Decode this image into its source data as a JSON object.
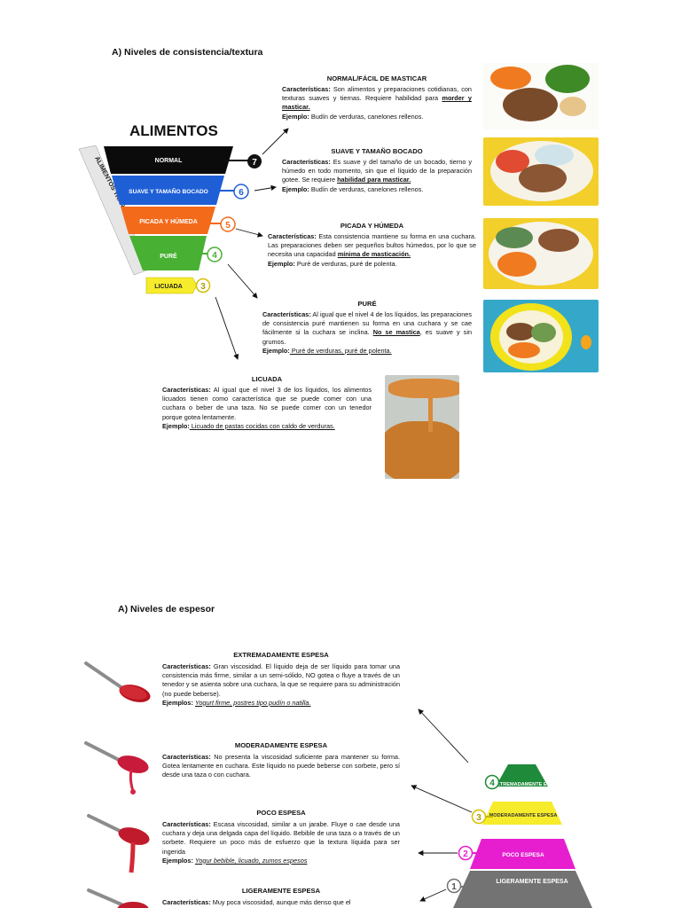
{
  "section_a": {
    "title": "A)   Niveles de consistencia/textura",
    "pyramid_title": "ALIMENTOS",
    "side_label": "ALIMENTOS TRANSITIVOS",
    "tiers": [
      "NORMAL",
      "SUAVE Y TAMAÑO BOCADO",
      "PICADA Y HÚMEDA",
      "PURÉ",
      "LICUADA"
    ],
    "numbers": [
      "7",
      "6",
      "5",
      "4",
      "3"
    ],
    "blocks": [
      {
        "title": "NORMAL/FÁCIL DE MASTICAR",
        "char_label": "Características:",
        "char_text": " Son alimentos y preparaciones cotidianas, con texturas suaves y tiernas. Requiere habilidad para ",
        "char_under": "morder y masticar.",
        "ex_label": "Ejemplo:",
        "ex_text": " Budín de verduras, canelones rellenos."
      },
      {
        "title": "SUAVE Y TAMAÑO BOCADO",
        "char_label": "Características:",
        "char_text": " Es suave y del tamaño de un bocado, tierno y húmedo en todo momento, sin que el líquido de la preparación gotee. Se requiere ",
        "char_under": "habilidad para masticar.",
        "ex_label": "Ejemplo:",
        "ex_text": " Budín de verduras, canelones rellenos."
      },
      {
        "title": "PICADA Y HÚMEDA",
        "char_label": "Características:",
        "char_text": " Esta consistencia mantiene su forma en una cuchara. Las preparaciones deben ser pequeños bultos húmedos, por lo que se necesita una capacidad ",
        "char_under": "mínima de masticación.",
        "ex_label": "Ejemplo:",
        "ex_text": " Puré de verduras, puré de polenta."
      },
      {
        "title": "PURÉ",
        "char_label": "Características:",
        "char_text": " Al igual que el nivel 4 de los líquidos, las preparaciones de consistencia puré mantienen su forma en una cuchara y se cae fácilmente si la cuchara se inclina. ",
        "char_under": "No se mastica",
        "char_after": ", es suave y sin grumos.",
        "ex_label": "Ejemplo:",
        "ex_text": " Puré de verduras, puré de polenta."
      },
      {
        "title": "LICUADA",
        "char_label": "Características:",
        "char_text": " Al igual que el nivel 3 de los líquidos, los alimentos licuados tienen como característica que se puede comer con una cuchara o beber de una taza. No se puede comer con un tenedor porque gotea lentamente.",
        "ex_label": "Ejemplo:",
        "ex_text": " Licuado de pastas cocidas con caldo de verduras."
      }
    ]
  },
  "section_b": {
    "title": "A)   Niveles de espesor",
    "tiers": [
      "EXTREMADAMENTE ESPESA",
      "MODERADAMENTE ESPESA",
      "POCO ESPESA",
      "LIGERAMENTE ESPESA"
    ],
    "numbers": [
      "4",
      "3",
      "2",
      "1"
    ],
    "blocks": [
      {
        "title": "EXTREMADAMENTE ESPESA",
        "char_label": "Características:",
        "char_text": " Gran viscosidad. El líquido deja de ser líquido para tomar una consistencia más firme, similar a un semi-sólido, NO gotea o fluye a través de un tenedor y se asienta sobre una cuchara, la que se requiere para su administración (no puede beberse).",
        "ex_label": "Ejemplos:",
        "ex_text": "Yogurt firme, postres tipo pudín o natilla."
      },
      {
        "title": "MODERADAMENTE ESPESA",
        "char_label": "Características:",
        "char_text": " No presenta la viscosidad suficiente para mantener su forma. Gotea lentamente en cuchara. Este líquido no puede beberse con sorbete, pero sí desde una taza o con cuchara."
      },
      {
        "title": "POCO ESPESA",
        "char_label": "Características:",
        "char_text": " Escasa viscosidad, similar a un jarabe. Fluye o cae desde una cuchara y deja una delgada capa del líquido. Bebible de una taza o a través de un sorbete. Requiere un poco más de esfuerzo que la textura líquida para ser ingerida",
        "ex_label": "Ejemplos:",
        "ex_text": "Yogur bebible, licuado, zumos espesos"
      },
      {
        "title": "LIGERAMENTE ESPESA",
        "char_label": "Características:",
        "char_text": " Muy poca viscosidad, aunque más denso que el"
      }
    ]
  }
}
